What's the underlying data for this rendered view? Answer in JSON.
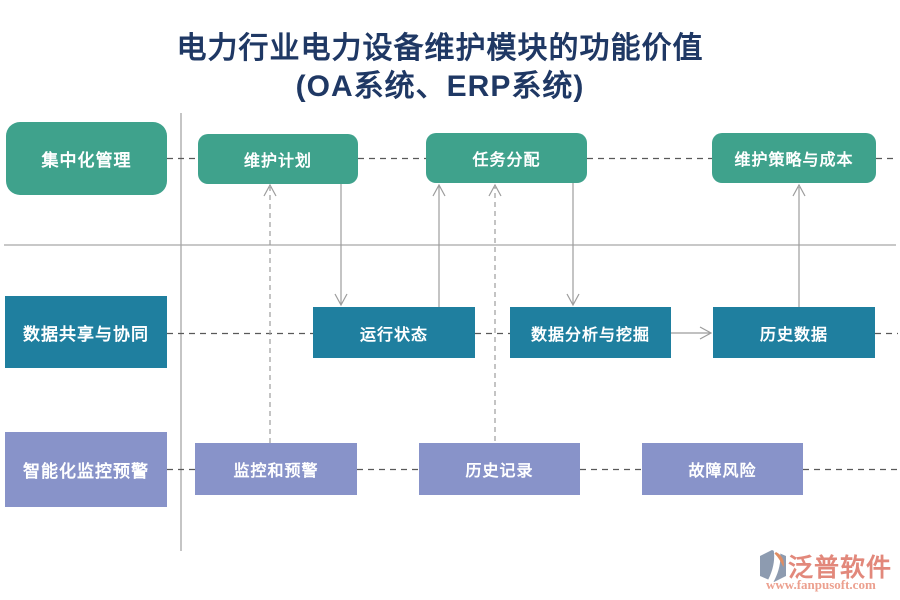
{
  "title": {
    "line1": "电力行业电力设备维护模块的功能价值",
    "line2": "(OA系统、ERP系统)"
  },
  "rows": {
    "management": {
      "label": "集中化管理",
      "color": "#3FA28C",
      "items": {
        "plan": "维护计划",
        "task": "任务分配",
        "strategy": "维护策略与成本"
      }
    },
    "data": {
      "label": "数据共享与协同",
      "color": "#1F7F9F",
      "items": {
        "status": "运行状态",
        "analysis": "数据分析与挖掘",
        "history": "历史数据"
      }
    },
    "monitor": {
      "label": "智能化监控预警",
      "color": "#8893C9",
      "items": {
        "warning": "监控和预警",
        "records": "历史记录",
        "risk": "故障风险"
      }
    }
  },
  "watermark": {
    "brand": "泛普软件",
    "url": "www.fanpusoft.com",
    "brand_color": "#E2887B",
    "logo_gray": "#8D9BB0",
    "logo_orange": "#E08D63"
  },
  "colors": {
    "title": "#1F3864",
    "dashed_connector": "#595959",
    "arrow": "#9C9C9C",
    "axis_line": "#A6A6A6"
  }
}
